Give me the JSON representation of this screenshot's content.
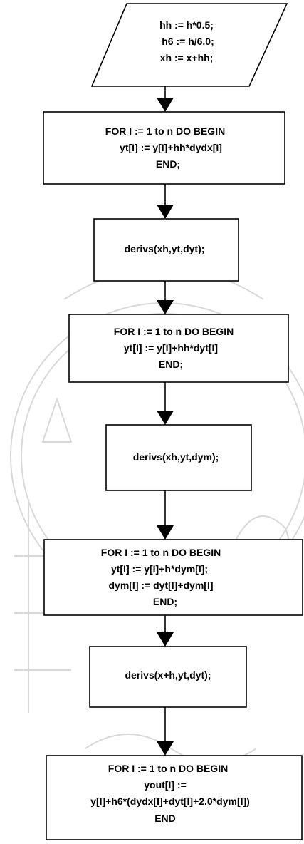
{
  "steps": [
    {
      "id": "io-init",
      "shape": "parallelogram",
      "lines": [
        "hh := h*0.5;",
        "h6 := h/6.0;",
        "xh := x+hh;"
      ]
    },
    {
      "id": "loop-yt-dydx",
      "shape": "rect",
      "lines": [
        "FOR I := 1 to n DO BEGIN",
        "yt[I] := y[I]+hh*dydx[I]",
        "END;"
      ]
    },
    {
      "id": "derivs-xh-dyt",
      "shape": "rect",
      "lines": [
        "derivs(xh,yt,dyt);"
      ]
    },
    {
      "id": "loop-yt-dyt",
      "shape": "rect",
      "lines": [
        "FOR I := 1 to n DO BEGIN",
        "yt[I] := y[I]+hh*dyt[I]",
        "END;"
      ]
    },
    {
      "id": "derivs-xh-dym",
      "shape": "rect",
      "lines": [
        "derivs(xh,yt,dym);"
      ]
    },
    {
      "id": "loop-yt-dym",
      "shape": "rect",
      "lines": [
        "FOR I := 1 to n DO BEGIN",
        "yt[I] := y[I]+h*dym[I];",
        "dym[I] := dyt[I]+dym[I]",
        "END;"
      ]
    },
    {
      "id": "derivs-xplush-dyt",
      "shape": "rect",
      "lines": [
        "derivs(x+h,yt,dyt);"
      ]
    },
    {
      "id": "loop-yout",
      "shape": "rect",
      "lines": [
        "FOR I := 1 to n DO BEGIN",
        "yout[I] :=",
        "y[I]+h6*(dydx[I]+dyt[I]+2.0*dym[I])",
        "END"
      ]
    }
  ],
  "colors": {
    "stroke": "#000000",
    "fill": "#ffffff",
    "watermark": "#c9c9c9"
  }
}
